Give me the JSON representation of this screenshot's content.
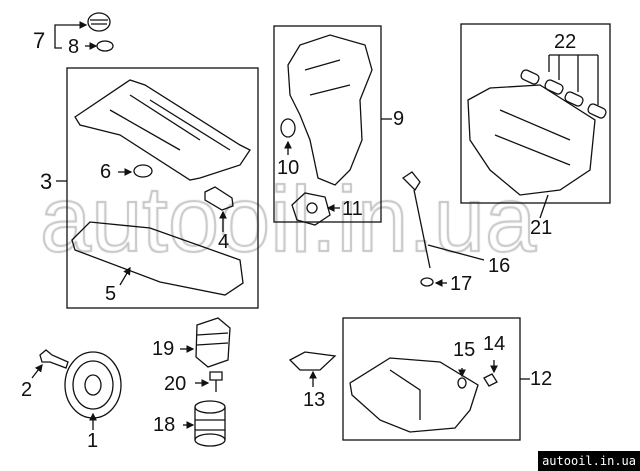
{
  "callouts": {
    "p1": "1",
    "p2": "2",
    "p3": "3",
    "p4": "4",
    "p5": "5",
    "p6": "6",
    "p7": "7",
    "p8": "8",
    "p9": "9",
    "p10": "10",
    "p11": "11",
    "p12": "12",
    "p13": "13",
    "p14": "14",
    "p15": "15",
    "p16": "16",
    "p17": "17",
    "p18": "18",
    "p19": "19",
    "p20": "20",
    "p21": "21",
    "p22": "22"
  },
  "watermark": "autooil.in.ua",
  "site_label": "autooil.in.ua"
}
